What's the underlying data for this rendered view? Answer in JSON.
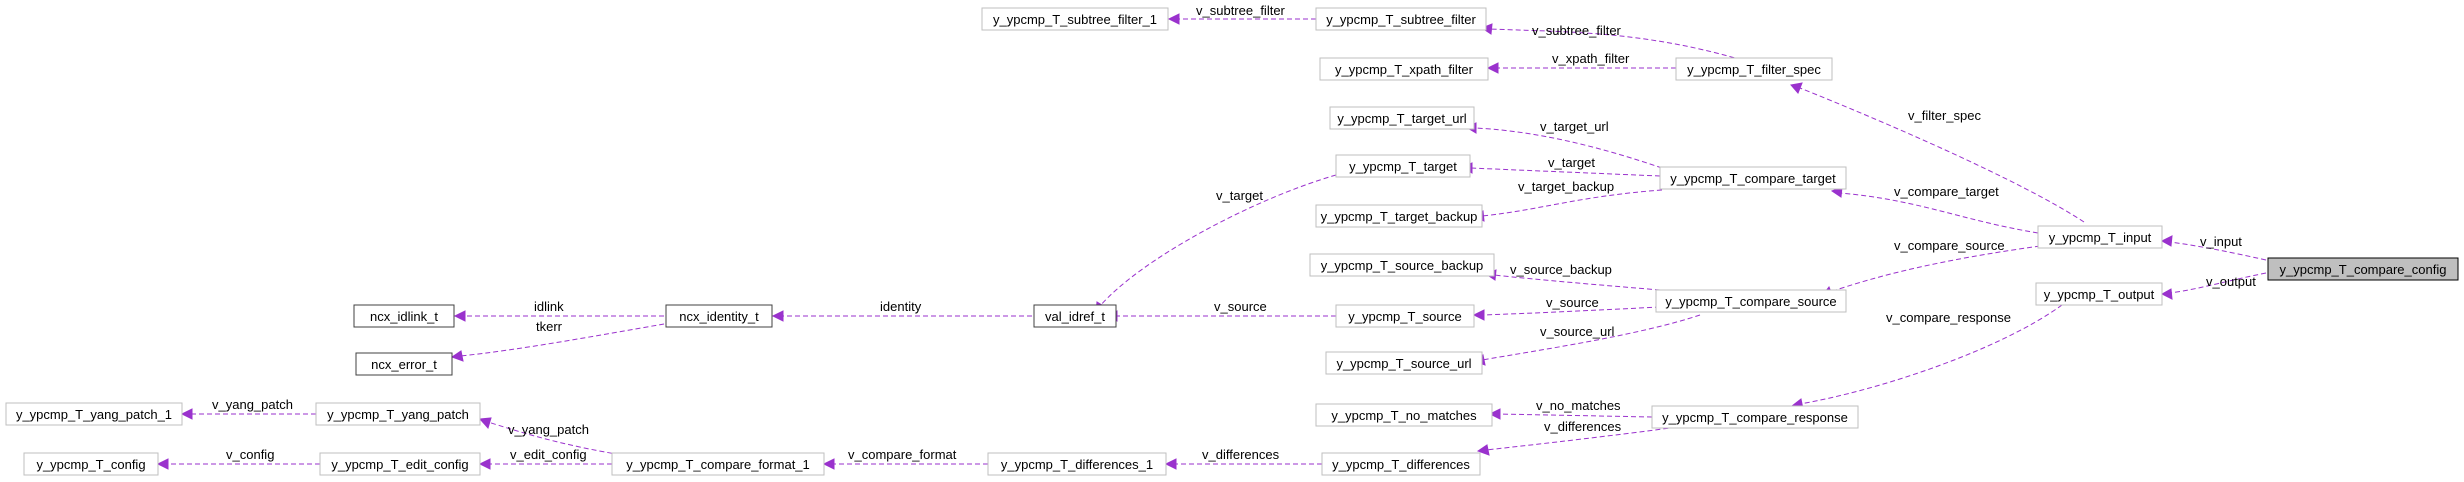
{
  "colors": {
    "edge": "#9a32cd",
    "node_border": "#bfbfbf",
    "root_fill": "#bfbfbf"
  },
  "nodes": {
    "compare_config": "y_ypcmp_T_compare_config",
    "input": "y_ypcmp_T_input",
    "output": "y_ypcmp_T_output",
    "filter_spec": "y_ypcmp_T_filter_spec",
    "subtree_filter": "y_ypcmp_T_subtree_filter",
    "subtree_filter_1": "y_ypcmp_T_subtree_filter_1",
    "xpath_filter": "y_ypcmp_T_xpath_filter",
    "compare_target": "y_ypcmp_T_compare_target",
    "target_url": "y_ypcmp_T_target_url",
    "target": "y_ypcmp_T_target",
    "target_backup": "y_ypcmp_T_target_backup",
    "compare_source": "y_ypcmp_T_compare_source",
    "source_backup": "y_ypcmp_T_source_backup",
    "source": "y_ypcmp_T_source",
    "source_url": "y_ypcmp_T_source_url",
    "val_idref": "val_idref_t",
    "ncx_identity": "ncx_identity_t",
    "ncx_idlink": "ncx_idlink_t",
    "ncx_error": "ncx_error_t",
    "compare_response": "y_ypcmp_T_compare_response",
    "no_matches": "y_ypcmp_T_no_matches",
    "differences": "y_ypcmp_T_differences",
    "differences_1": "y_ypcmp_T_differences_1",
    "compare_format_1": "y_ypcmp_T_compare_format_1",
    "yang_patch": "y_ypcmp_T_yang_patch",
    "yang_patch_1": "y_ypcmp_T_yang_patch_1",
    "edit_config": "y_ypcmp_T_edit_config",
    "config": "y_ypcmp_T_config"
  },
  "edges": {
    "v_input": "v_input",
    "v_output": "v_output",
    "v_filter_spec": "v_filter_spec",
    "v_subtree_filter_1": "v_subtree_filter",
    "v_subtree_filter_2": "v_subtree_filter",
    "v_xpath_filter": "v_xpath_filter",
    "v_compare_target": "v_compare_target",
    "v_target_url": "v_target_url",
    "v_target_1": "v_target",
    "v_target_2": "v_target",
    "v_target_backup": "v_target_backup",
    "v_compare_source": "v_compare_source",
    "v_source_backup": "v_source_backup",
    "v_source_1": "v_source",
    "v_source_2": "v_source",
    "v_source_url": "v_source_url",
    "identity": "identity",
    "idlink": "idlink",
    "tkerr": "tkerr",
    "v_compare_response": "v_compare_response",
    "v_no_matches": "v_no_matches",
    "v_differences_1": "v_differences",
    "v_differences_2": "v_differences",
    "v_compare_format": "v_compare_format",
    "v_yang_patch_1": "v_yang_patch",
    "v_yang_patch_2": "v_yang_patch",
    "v_edit_config": "v_edit_config",
    "v_config": "v_config"
  }
}
